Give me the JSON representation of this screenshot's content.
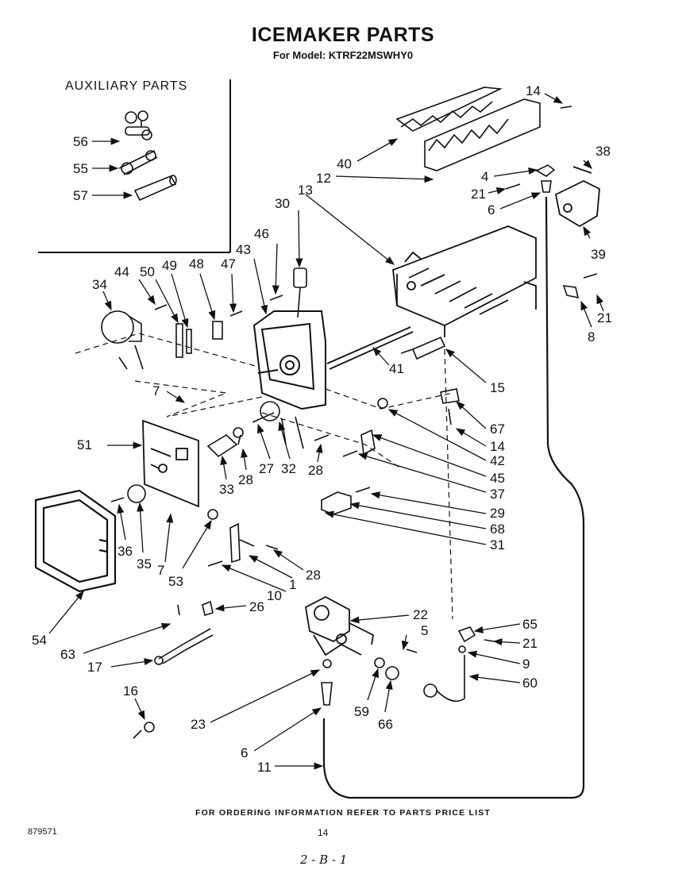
{
  "header": {
    "title": "ICEMAKER PARTS",
    "subtitle": "For Model: KTRF22MSWHY0"
  },
  "auxiliary": {
    "title": "AUXILIARY PARTS",
    "labels": [
      "56",
      "55",
      "57"
    ]
  },
  "callouts": {
    "c14a": "14",
    "c40": "40",
    "c12": "12",
    "c38": "38",
    "c4": "4",
    "c21a": "21",
    "c6a": "6",
    "c13": "13",
    "c30": "30",
    "c39": "39",
    "c46": "46",
    "c43": "43",
    "c44": "44",
    "c50": "50",
    "c49": "49",
    "c48": "48",
    "c47": "47",
    "c34": "34",
    "c21b": "21",
    "c8": "8",
    "c41": "41",
    "c15": "15",
    "c7a": "7",
    "c67": "67",
    "c14b": "14",
    "c51": "51",
    "c42": "42",
    "c45": "45",
    "c37": "37",
    "c29": "29",
    "c68": "68",
    "c31": "31",
    "c33": "33",
    "c28a": "28",
    "c27": "27",
    "c32": "32",
    "c28b": "28",
    "c36": "36",
    "c35": "35",
    "c7b": "7",
    "c53": "53",
    "c10": "10",
    "c1": "1",
    "c28c": "28",
    "c54": "54",
    "c26": "26",
    "c22": "22",
    "c5": "5",
    "c65": "65",
    "c21c": "21",
    "c63": "63",
    "c17": "17",
    "c9": "9",
    "c60": "60",
    "c16": "16",
    "c59": "59",
    "c66": "66",
    "c23": "23",
    "c6b": "6",
    "c11": "11"
  },
  "footer": {
    "note": "FOR ORDERING INFORMATION REFER TO PARTS PRICE LIST",
    "doc_number": "879571",
    "page_number": "14",
    "handwritten": "2 - B - 1"
  }
}
